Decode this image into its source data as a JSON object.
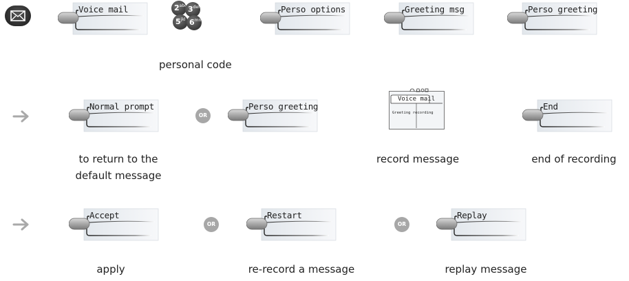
{
  "row1": {
    "softkeys": [
      "Voice mail",
      "Perso options",
      "Greeting msg",
      "Perso greeting"
    ],
    "keypad_keys": [
      {
        "digit": "2",
        "letters": "abc"
      },
      {
        "digit": "3",
        "letters": "def"
      },
      {
        "digit": "5",
        "letters": "jkl"
      },
      {
        "digit": "6",
        "letters": "mno"
      }
    ],
    "keypad_caption": "personal code"
  },
  "row2": {
    "softkey_default": "Normal prompt",
    "or": "OR",
    "softkey_perso": "Perso greeting",
    "screen_title": "Voice mail",
    "screen_text": "Greeting recording",
    "softkey_end": "End",
    "caption_default_line1": "to return to the",
    "caption_default_line2": "default message",
    "caption_record": "record message",
    "caption_end": "end of recording"
  },
  "row3": {
    "softkey_accept": "Accept",
    "or1": "OR",
    "softkey_restart": "Restart",
    "or2": "OR",
    "softkey_replay": "Replay",
    "caption_apply": "apply",
    "caption_rerecord": "re-record a message",
    "caption_replay": "replay message"
  },
  "icons": {
    "message": "envelope-icon",
    "next_step": "arrow-right-icon",
    "screen_status": "status-icons"
  },
  "colors": {
    "softkey_button": "#a8a8a8",
    "display_bg": "#eef1f4",
    "or_badge": "#a7a7a7",
    "arrow": "#a9a9a9"
  }
}
